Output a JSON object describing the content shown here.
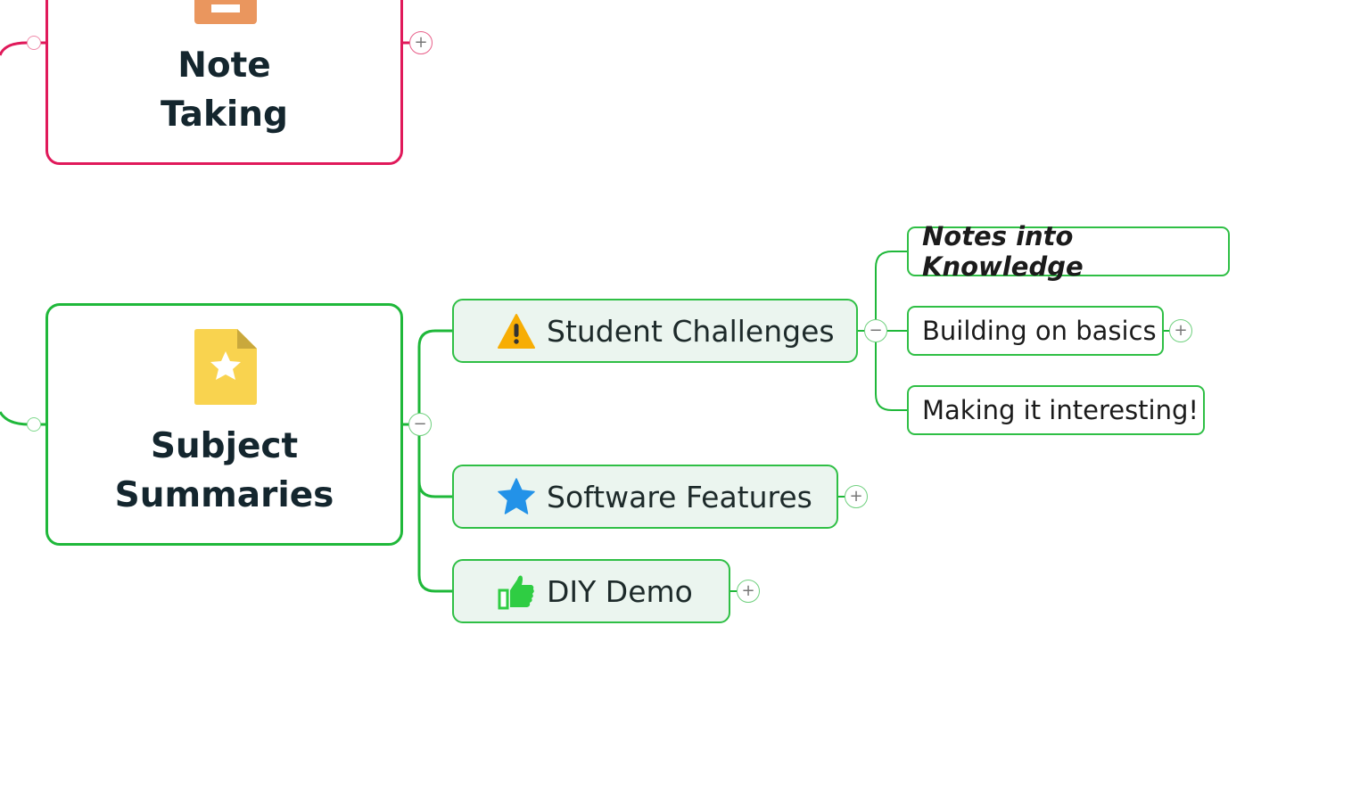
{
  "colors": {
    "note_taking_branch": "#e0195a",
    "subject_summaries_branch": "#1fb83a",
    "subtopic_fill": "#ebf5ef",
    "note_icon": "#ea965e",
    "summary_icon": "#f9d34f",
    "warning_icon": "#f7ad04",
    "star_icon": "#2392e8",
    "thumbs_up_icon": "#2fcd43"
  },
  "main_topics": [
    {
      "title_line1": "Note",
      "title_line2": "Taking",
      "icon": "note-document-icon",
      "toggle": "+"
    },
    {
      "title_line1": "Subject",
      "title_line2": "Summaries",
      "icon": "star-document-icon",
      "toggle": "−"
    }
  ],
  "subtopics": [
    {
      "label": "Student Challenges",
      "icon": "warning-icon",
      "toggle": "−"
    },
    {
      "label": "Software Features",
      "icon": "star-icon",
      "toggle": "+"
    },
    {
      "label": "DIY Demo",
      "icon": "thumbs-up-icon",
      "toggle": "+"
    }
  ],
  "student_challenges_children": [
    {
      "label": "Notes into Knowledge",
      "style": "bold-italic"
    },
    {
      "label": "Building on basics",
      "toggle": "+"
    },
    {
      "label": "Making it interesting!"
    }
  ]
}
